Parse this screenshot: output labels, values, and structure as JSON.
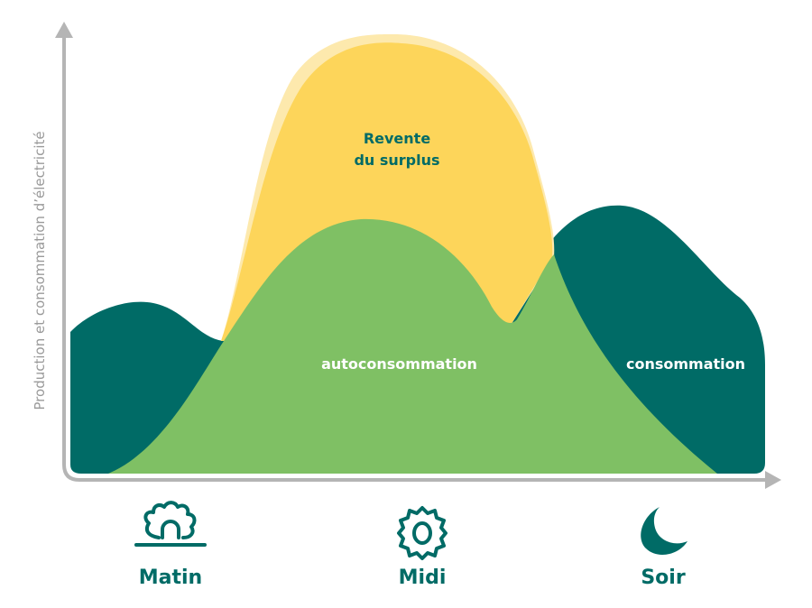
{
  "axis": {
    "ylabel": "Production et consommation d’électricité"
  },
  "areas": {
    "surplus": "Revente du surplus",
    "surplus_line1": "Revente",
    "surplus_line2": "du surplus",
    "self": "autoconsommation",
    "consumption": "consommation"
  },
  "times": [
    {
      "label": "Matin",
      "icon": "sunrise-icon"
    },
    {
      "label": "Midi",
      "icon": "sun-icon"
    },
    {
      "label": "Soir",
      "icon": "moon-icon"
    }
  ],
  "colors": {
    "consumption": "#006b66",
    "self": "#7fc064",
    "surplus": "#fdd55a",
    "surplus_halo": "#fde9ad",
    "axis": "#b5b5b5"
  }
}
